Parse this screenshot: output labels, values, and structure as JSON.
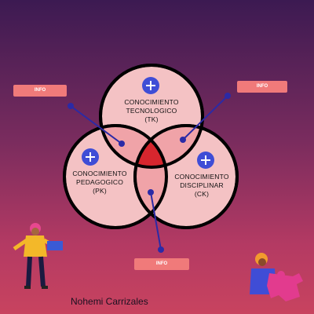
{
  "diagram": {
    "circles": [
      {
        "id": "tk",
        "label": "CONOCIMIENTO\nTECNOLOGICO\n(TK)",
        "plus": "+"
      },
      {
        "id": "pk",
        "label": "CONOCIMIENTO\nPEDAGOGICO\n(PK)",
        "plus": "+"
      },
      {
        "id": "ck",
        "label": "CONOCIMIENTO\nDISCIPLINAR\n(CK)",
        "plus": "+"
      }
    ],
    "info_buttons": [
      {
        "label": "INFO"
      },
      {
        "label": "INFO"
      },
      {
        "label": "INFO"
      }
    ]
  },
  "footer": {
    "author": "Nohemi Carrizales"
  },
  "colors": {
    "circle_fill": "#f4c2c4",
    "circle_stroke": "#000000",
    "center_fill": "#d7262e",
    "plus_button": "#3f4dd6",
    "info_button": "#f07a7a",
    "connector": "#2b2aa6"
  }
}
